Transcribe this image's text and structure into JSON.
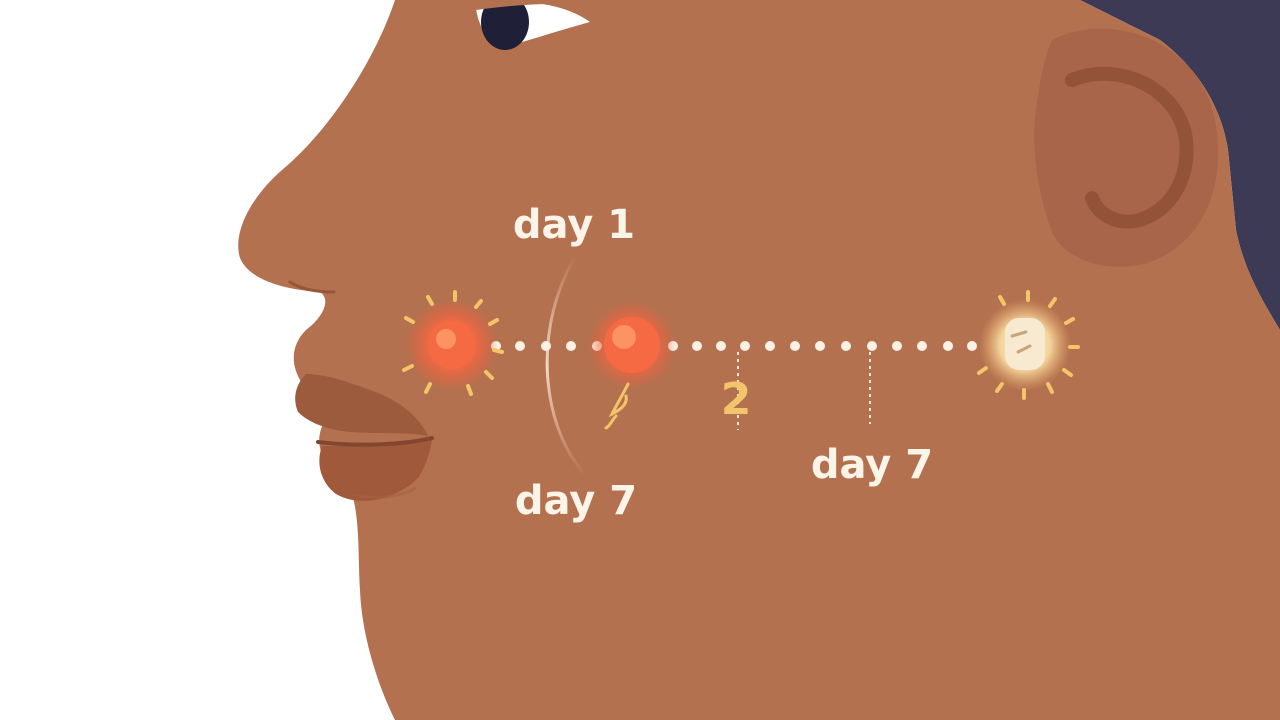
{
  "labels": {
    "day1_top": "day 1",
    "day7_bottom": "day 7",
    "day7_right": "day 7",
    "tick_two": "2"
  },
  "colors": {
    "background": "#ffffff",
    "skin": "#b4714f",
    "skin_shadow": "#9c5b3d",
    "lips": "#a0593a",
    "hair": "#3d3a56",
    "glow_red": "#f05a3c",
    "glow_core": "#ff8a5a",
    "sparkle": "#f2c56b",
    "dots": "#fbf1e4",
    "label_text": "#fbf4e8"
  },
  "icons": [
    "inflamed-spot-icon",
    "sparkle-ring-icon",
    "healed-skin-icon"
  ]
}
